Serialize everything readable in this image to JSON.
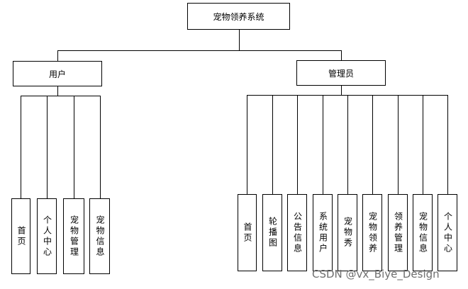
{
  "root": {
    "label": "宠物领养系统"
  },
  "user": {
    "label": "用户",
    "children": [
      "首页",
      "个人中心",
      "宠物管理",
      "宠物信息"
    ]
  },
  "admin": {
    "label": "管理员",
    "children": [
      "首页",
      "轮播图",
      "公告信息",
      "系统用户",
      "宠物秀",
      "宠物领养",
      "领养管理",
      "宠物信息",
      "个人中心"
    ]
  },
  "watermark": "CSDN @vx_Biye_Design"
}
